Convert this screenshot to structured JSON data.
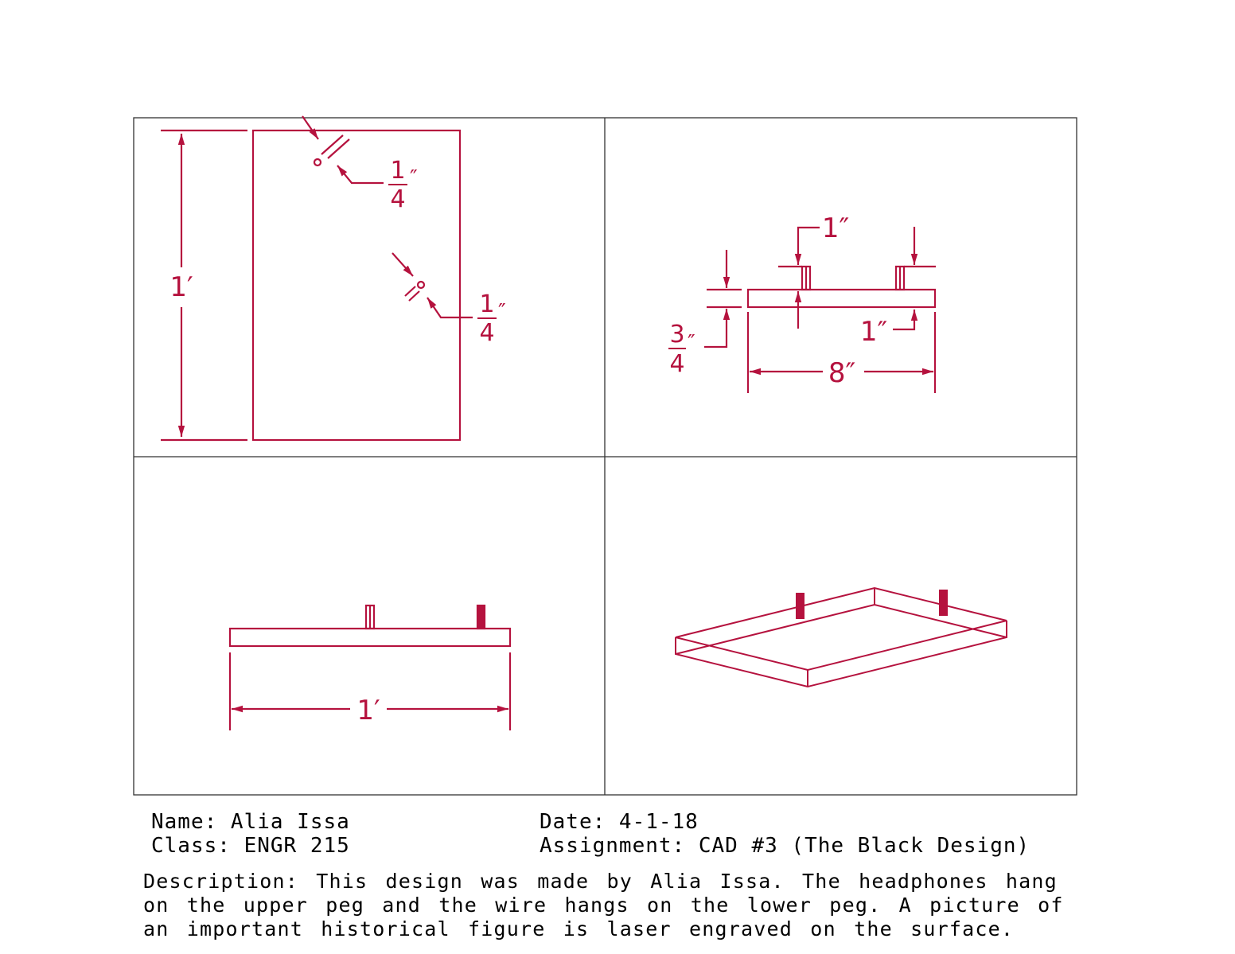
{
  "colors": {
    "drawing": "#b5123e",
    "frame": "#333333",
    "text": "#000000"
  },
  "views": {
    "front": {
      "height_dim": "1′",
      "hole_top": {
        "num": "1",
        "den": "4",
        "unit": "″"
      },
      "hole_mid": {
        "num": "1",
        "den": "4",
        "unit": "″"
      }
    },
    "side": {
      "peg_top_dim": "1″",
      "peg_bottom_dim": "1″",
      "thickness_dim": {
        "num": "3",
        "den": "4",
        "unit": "″"
      },
      "width_dim": "8″"
    },
    "top": {
      "length_dim": "1′"
    },
    "isometric": {}
  },
  "title_block": {
    "name": "Name: Alia Issa",
    "class": "Class: ENGR 215",
    "date": "Date: 4-1-18",
    "assignment": "Assignment: CAD #3 (The Black Design)"
  },
  "description": "Description: This design was made by Alia Issa. The headphones hang on the upper peg and the wire hangs on the lower peg. A picture of an important historical figure is laser engraved on the surface."
}
